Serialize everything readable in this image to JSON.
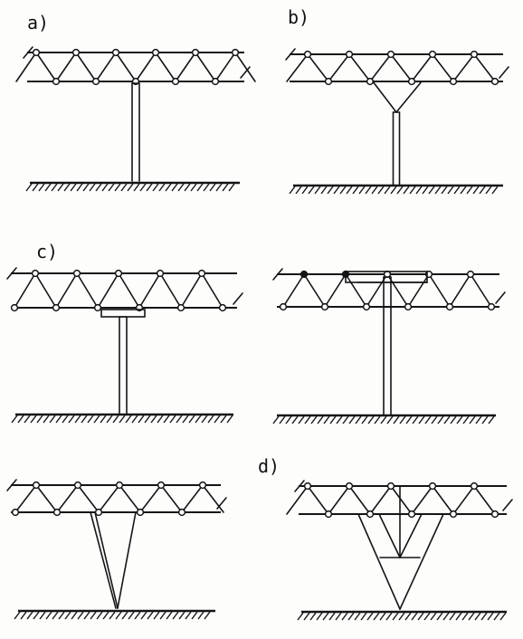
{
  "labels": {
    "a": "a)",
    "b": "b)",
    "c": "c)",
    "d": "d)"
  },
  "colors": {
    "ink": "#151515",
    "paper": "#fdfdfc"
  }
}
